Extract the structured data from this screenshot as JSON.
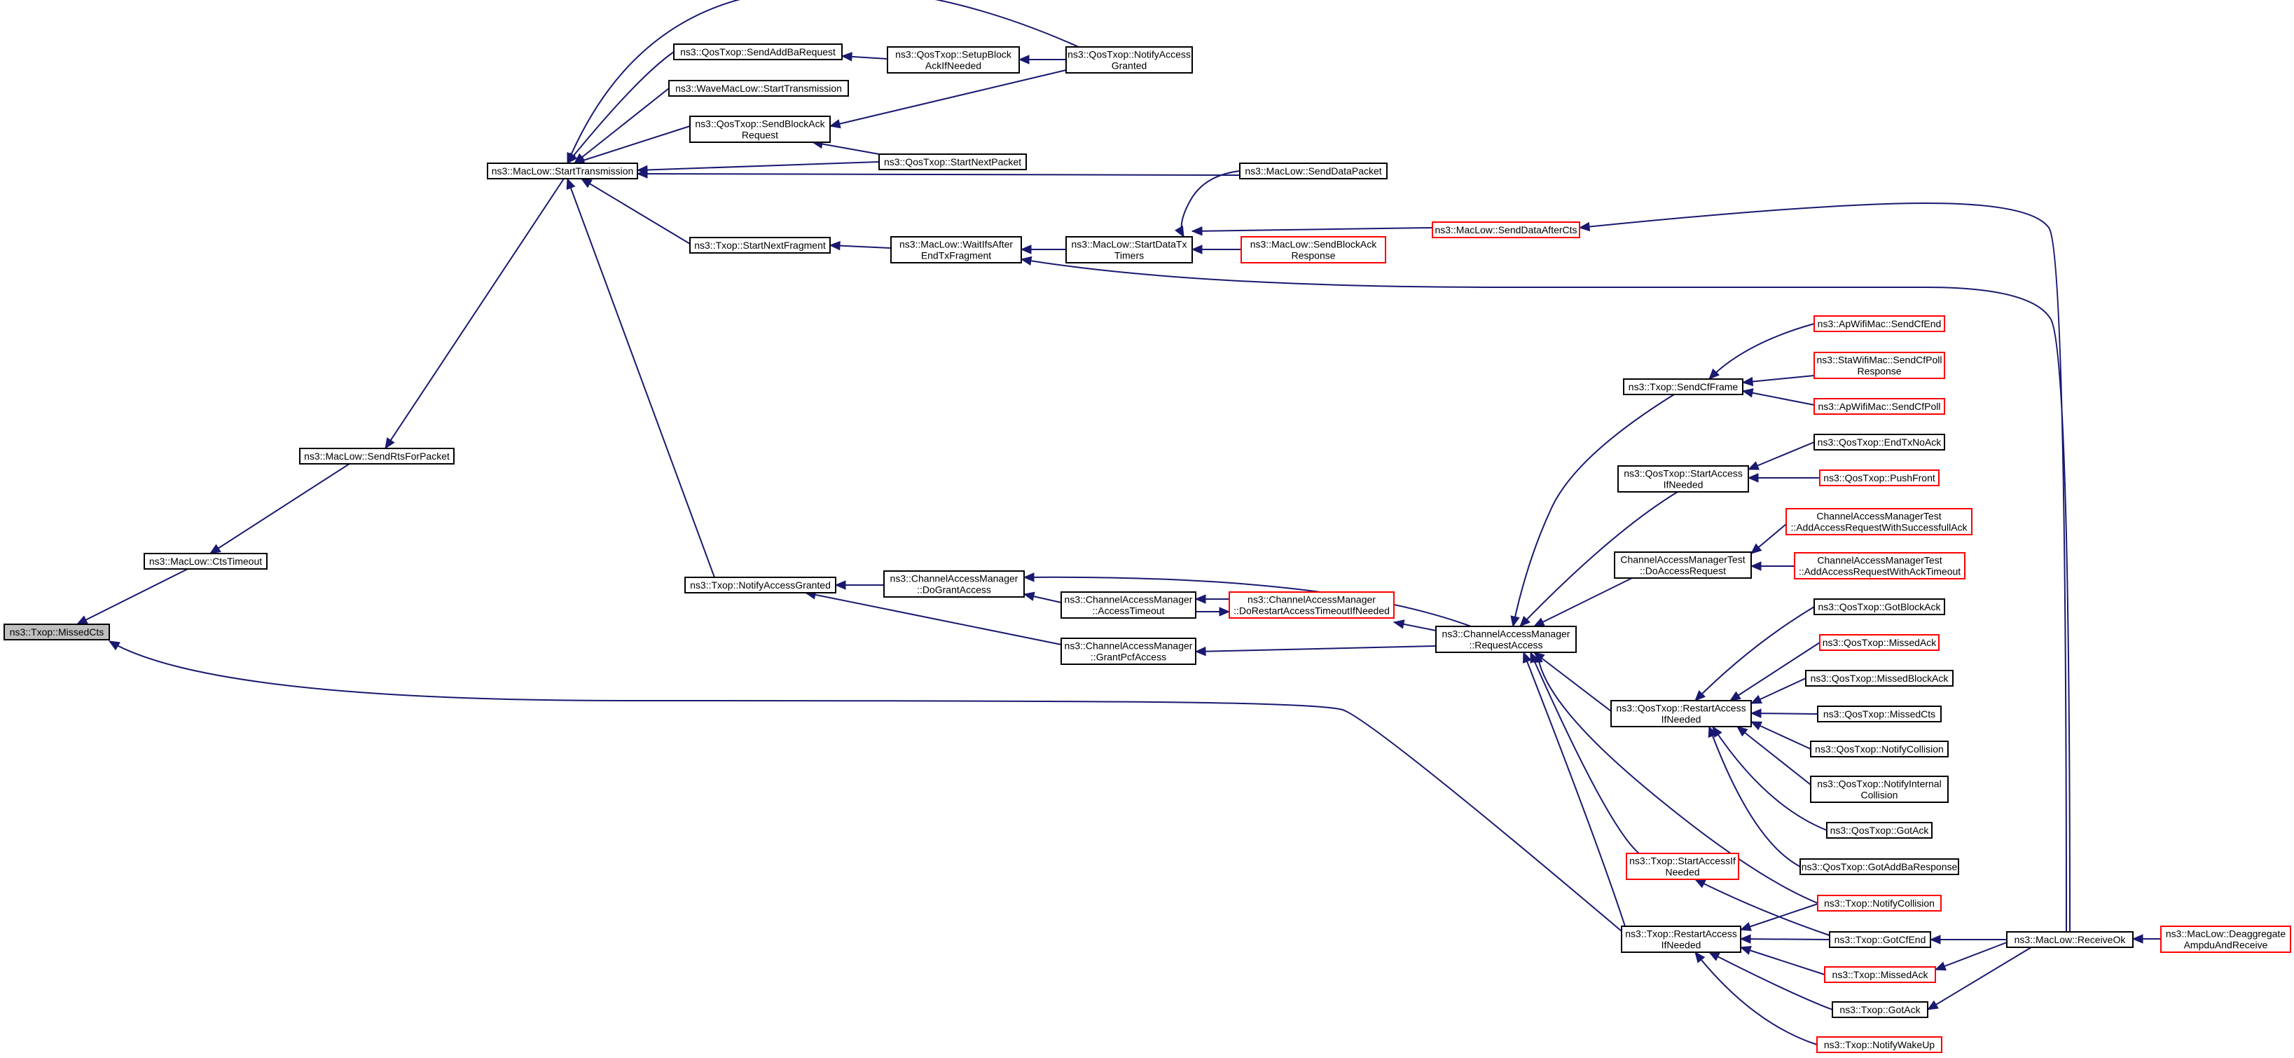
{
  "colors": {
    "edge": "#191970",
    "node_border_normal": "#000000",
    "node_border_truncated": "#ff0000",
    "node_fill_focus": "#bfbfbf",
    "node_fill": "#ffffff"
  },
  "nodes": {
    "missedcts": {
      "lines": [
        "ns3::Txop::MissedCts"
      ],
      "style": "focus"
    },
    "ctstimeout": {
      "lines": [
        "ns3::MacLow::CtsTimeout"
      ],
      "style": "normal"
    },
    "sendrts": {
      "lines": [
        "ns3::MacLow::SendRtsForPacket"
      ],
      "style": "normal"
    },
    "starttx": {
      "lines": [
        "ns3::MacLow::StartTransmission"
      ],
      "style": "normal"
    },
    "sendaddba": {
      "lines": [
        "ns3::QosTxop::SendAddBaRequest"
      ],
      "style": "normal"
    },
    "wavestart": {
      "lines": [
        "ns3::WaveMacLow::StartTransmission"
      ],
      "style": "normal"
    },
    "sendblockackreq": {
      "lines": [
        "ns3::QosTxop::SendBlockAck",
        "Request"
      ],
      "style": "normal"
    },
    "txopstartnextfrag": {
      "lines": [
        "ns3::Txop::StartNextFragment"
      ],
      "style": "normal"
    },
    "setupblockack": {
      "lines": [
        "ns3::QosTxop::SetupBlock",
        "AckIfNeeded"
      ],
      "style": "normal"
    },
    "qosnotifyaccess": {
      "lines": [
        "ns3::QosTxop::NotifyAccess",
        "Granted"
      ],
      "style": "normal"
    },
    "qosstartnextpacket": {
      "lines": [
        "ns3::QosTxop::StartNextPacket"
      ],
      "style": "normal"
    },
    "senddatapacket": {
      "lines": [
        "ns3::MacLow::SendDataPacket"
      ],
      "style": "normal"
    },
    "waitifs": {
      "lines": [
        "ns3::MacLow::WaitIfsAfter",
        "EndTxFragment"
      ],
      "style": "normal"
    },
    "startdatatx": {
      "lines": [
        "ns3::MacLow::StartDataTx",
        "Timers"
      ],
      "style": "normal"
    },
    "senddataaftercts": {
      "lines": [
        "ns3::MacLow::SendDataAfterCts"
      ],
      "style": "truncated"
    },
    "sendblockackresp": {
      "lines": [
        "ns3::MacLow::SendBlockAck",
        "Response"
      ],
      "style": "truncated"
    },
    "notifyaccessgranted": {
      "lines": [
        "ns3::Txop::NotifyAccessGranted"
      ],
      "style": "normal"
    },
    "dogrant": {
      "lines": [
        "ns3::ChannelAccessManager",
        "::DoGrantAccess"
      ],
      "style": "normal"
    },
    "accesstimeout": {
      "lines": [
        "ns3::ChannelAccessManager",
        "::AccessTimeout"
      ],
      "style": "normal"
    },
    "dorestart": {
      "lines": [
        "ns3::ChannelAccessManager",
        "::DoRestartAccessTimeoutIfNeeded"
      ],
      "style": "truncated"
    },
    "grantpcf": {
      "lines": [
        "ns3::ChannelAccessManager",
        "::GrantPcfAccess"
      ],
      "style": "normal"
    },
    "requestaccess": {
      "lines": [
        "ns3::ChannelAccessManager",
        "::RequestAccess"
      ],
      "style": "normal"
    },
    "sendcfframe": {
      "lines": [
        "ns3::Txop::SendCfFrame"
      ],
      "style": "normal"
    },
    "apsendcfend": {
      "lines": [
        "ns3::ApWifiMac::SendCfEnd"
      ],
      "style": "truncated"
    },
    "stasendcfpoll": {
      "lines": [
        "ns3::StaWifiMac::SendCfPoll",
        "Response"
      ],
      "style": "truncated"
    },
    "apsendcfpoll": {
      "lines": [
        "ns3::ApWifiMac::SendCfPoll"
      ],
      "style": "truncated"
    },
    "qosstartaccess": {
      "lines": [
        "ns3::QosTxop::StartAccess",
        "IfNeeded"
      ],
      "style": "normal"
    },
    "endtxnoack": {
      "lines": [
        "ns3::QosTxop::EndTxNoAck"
      ],
      "style": "normal"
    },
    "pushfront": {
      "lines": [
        "ns3::QosTxop::PushFront"
      ],
      "style": "truncated"
    },
    "doaccessreq": {
      "lines": [
        "ChannelAccessManagerTest",
        "::DoAccessRequest"
      ],
      "style": "normal"
    },
    "addsuccess": {
      "lines": [
        "ChannelAccessManagerTest",
        "::AddAccessRequestWithSuccessfullAck"
      ],
      "style": "truncated"
    },
    "addacktimeout": {
      "lines": [
        "ChannelAccessManagerTest",
        "::AddAccessRequestWithAckTimeout"
      ],
      "style": "truncated"
    },
    "qosrestart": {
      "lines": [
        "ns3::QosTxop::RestartAccess",
        "IfNeeded"
      ],
      "style": "normal"
    },
    "gotblockack": {
      "lines": [
        "ns3::QosTxop::GotBlockAck"
      ],
      "style": "normal"
    },
    "qosmissedack": {
      "lines": [
        "ns3::QosTxop::MissedAck"
      ],
      "style": "truncated"
    },
    "missedblockack": {
      "lines": [
        "ns3::QosTxop::MissedBlockAck"
      ],
      "style": "normal"
    },
    "qosmissedcts": {
      "lines": [
        "ns3::QosTxop::MissedCts"
      ],
      "style": "normal"
    },
    "qosnotifycollision": {
      "lines": [
        "ns3::QosTxop::NotifyCollision"
      ],
      "style": "normal"
    },
    "qosnotifyinternal": {
      "lines": [
        "ns3::QosTxop::NotifyInternal",
        "Collision"
      ],
      "style": "normal"
    },
    "qosgotack": {
      "lines": [
        "ns3::QosTxop::GotAck"
      ],
      "style": "normal"
    },
    "gotaddba": {
      "lines": [
        "ns3::QosTxop::GotAddBaResponse"
      ],
      "style": "normal"
    },
    "txopstartaccess": {
      "lines": [
        "ns3::Txop::StartAccessIf",
        "Needed"
      ],
      "style": "truncated"
    },
    "txopnotifycollision": {
      "lines": [
        "ns3::Txop::NotifyCollision"
      ],
      "style": "truncated"
    },
    "txoprestart": {
      "lines": [
        "ns3::Txop::RestartAccess",
        "IfNeeded"
      ],
      "style": "normal"
    },
    "gotcfend": {
      "lines": [
        "ns3::Txop::GotCfEnd"
      ],
      "style": "normal"
    },
    "txopmissedack": {
      "lines": [
        "ns3::Txop::MissedAck"
      ],
      "style": "truncated"
    },
    "txopgotack": {
      "lines": [
        "ns3::Txop::GotAck"
      ],
      "style": "normal"
    },
    "notifywakeup": {
      "lines": [
        "ns3::Txop::NotifyWakeUp"
      ],
      "style": "truncated"
    },
    "receiveok": {
      "lines": [
        "ns3::MacLow::ReceiveOk"
      ],
      "style": "normal"
    },
    "deaggregate": {
      "lines": [
        "ns3::MacLow::Deaggregate",
        "AmpduAndReceive"
      ],
      "style": "truncated"
    }
  },
  "edges": [
    {
      "from": "ctstimeout",
      "to": "missedcts"
    },
    {
      "from": "txoprestart",
      "to": "missedcts"
    },
    {
      "from": "sendrts",
      "to": "ctstimeout"
    },
    {
      "from": "starttx",
      "to": "sendrts"
    },
    {
      "from": "sendaddba",
      "to": "starttx"
    },
    {
      "from": "wavestart",
      "to": "starttx"
    },
    {
      "from": "sendblockackreq",
      "to": "starttx"
    },
    {
      "from": "txopstartnextfrag",
      "to": "starttx"
    },
    {
      "from": "qosnotifyaccess",
      "to": "starttx"
    },
    {
      "from": "qosstartnextpacket",
      "to": "starttx"
    },
    {
      "from": "senddatapacket",
      "to": "starttx"
    },
    {
      "from": "notifyaccessgranted",
      "to": "starttx"
    },
    {
      "from": "setupblockack",
      "to": "sendaddba"
    },
    {
      "from": "qosnotifyaccess",
      "to": "setupblockack"
    },
    {
      "from": "qosnotifyaccess",
      "to": "sendblockackreq"
    },
    {
      "from": "qosstartnextpacket",
      "to": "sendblockackreq"
    },
    {
      "from": "waitifs",
      "to": "txopstartnextfrag"
    },
    {
      "from": "startdatatx",
      "to": "waitifs"
    },
    {
      "from": "receiveok",
      "to": "waitifs"
    },
    {
      "from": "senddatapacket",
      "to": "startdatatx"
    },
    {
      "from": "senddataaftercts",
      "to": "startdatatx"
    },
    {
      "from": "sendblockackresp",
      "to": "startdatatx"
    },
    {
      "from": "receiveok",
      "to": "senddataaftercts"
    },
    {
      "from": "dogrant",
      "to": "notifyaccessgranted"
    },
    {
      "from": "grantpcf",
      "to": "notifyaccessgranted"
    },
    {
      "from": "accesstimeout",
      "to": "dogrant"
    },
    {
      "from": "requestaccess",
      "to": "dogrant"
    },
    {
      "from": "dorestart",
      "to": "accesstimeout"
    },
    {
      "from": "accesstimeout",
      "to": "dorestart"
    },
    {
      "from": "requestaccess",
      "to": "dorestart"
    },
    {
      "from": "requestaccess",
      "to": "grantpcf"
    },
    {
      "from": "sendcfframe",
      "to": "requestaccess"
    },
    {
      "from": "qosstartaccess",
      "to": "requestaccess"
    },
    {
      "from": "doaccessreq",
      "to": "requestaccess"
    },
    {
      "from": "qosrestart",
      "to": "requestaccess"
    },
    {
      "from": "txopstartaccess",
      "to": "requestaccess"
    },
    {
      "from": "txoprestart",
      "to": "requestaccess"
    },
    {
      "from": "txopnotifycollision",
      "to": "requestaccess"
    },
    {
      "from": "apsendcfend",
      "to": "sendcfframe"
    },
    {
      "from": "stasendcfpoll",
      "to": "sendcfframe"
    },
    {
      "from": "apsendcfpoll",
      "to": "sendcfframe"
    },
    {
      "from": "endtxnoack",
      "to": "qosstartaccess"
    },
    {
      "from": "pushfront",
      "to": "qosstartaccess"
    },
    {
      "from": "addsuccess",
      "to": "doaccessreq"
    },
    {
      "from": "addacktimeout",
      "to": "doaccessreq"
    },
    {
      "from": "gotblockack",
      "to": "qosrestart"
    },
    {
      "from": "qosmissedack",
      "to": "qosrestart"
    },
    {
      "from": "missedblockack",
      "to": "qosrestart"
    },
    {
      "from": "qosmissedcts",
      "to": "qosrestart"
    },
    {
      "from": "qosnotifycollision",
      "to": "qosrestart"
    },
    {
      "from": "qosnotifyinternal",
      "to": "qosrestart"
    },
    {
      "from": "qosgotack",
      "to": "qosrestart"
    },
    {
      "from": "gotaddba",
      "to": "qosrestart"
    },
    {
      "from": "gotcfend",
      "to": "txopstartaccess"
    },
    {
      "from": "txopnotifycollision",
      "to": "txoprestart"
    },
    {
      "from": "gotcfend",
      "to": "txoprestart"
    },
    {
      "from": "txopmissedack",
      "to": "txoprestart"
    },
    {
      "from": "txopgotack",
      "to": "txoprestart"
    },
    {
      "from": "notifywakeup",
      "to": "txoprestart"
    },
    {
      "from": "receiveok",
      "to": "gotcfend"
    },
    {
      "from": "receiveok",
      "to": "txopmissedack"
    },
    {
      "from": "receiveok",
      "to": "txopgotack"
    },
    {
      "from": "deaggregate",
      "to": "receiveok"
    }
  ]
}
